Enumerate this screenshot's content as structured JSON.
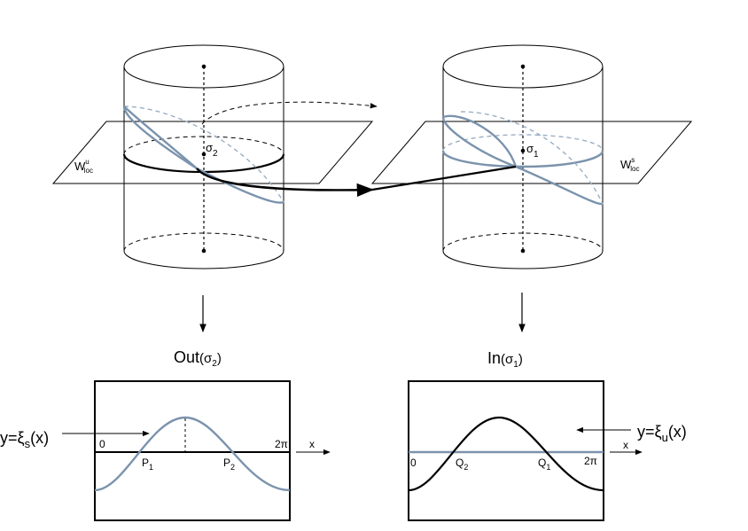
{
  "colors": {
    "ink": "#000000",
    "curve_blue": "#7b93ad",
    "curve_blue_light": "#9aaec3",
    "background": "#ffffff"
  },
  "labels": {
    "w_unstable_main": "W",
    "w_unstable_sup": "u",
    "w_unstable_sub": "loc",
    "w_stable_main": "W",
    "w_stable_sup": "s",
    "w_stable_sub": "loc",
    "sigma2_main": "σ",
    "sigma2_sub": "2",
    "sigma1_main": "σ",
    "sigma1_sub": "1",
    "out_prefix": "Out",
    "out_arg": "(σ",
    "out_arg_sub": "2",
    "out_close": ")",
    "in_prefix": "In",
    "in_arg": "(σ",
    "in_arg_sub": "1",
    "in_close": ")"
  },
  "left_plot": {
    "curve_label_prefix": "y=ξ",
    "curve_label_sub": "s",
    "curve_label_suffix": "(x)",
    "zero": "0",
    "two_pi": "2π",
    "x_label": "x",
    "p1_main": "P",
    "p1_sub": "1",
    "p2_main": "P",
    "p2_sub": "2"
  },
  "right_plot": {
    "curve_label_prefix": "y=ξ",
    "curve_label_sub": "u",
    "curve_label_suffix": "(x)",
    "zero": "0",
    "two_pi": "2π",
    "x_label": "x",
    "q2_main": "Q",
    "q2_sub": "2",
    "q1_main": "Q",
    "q1_sub": "1"
  }
}
